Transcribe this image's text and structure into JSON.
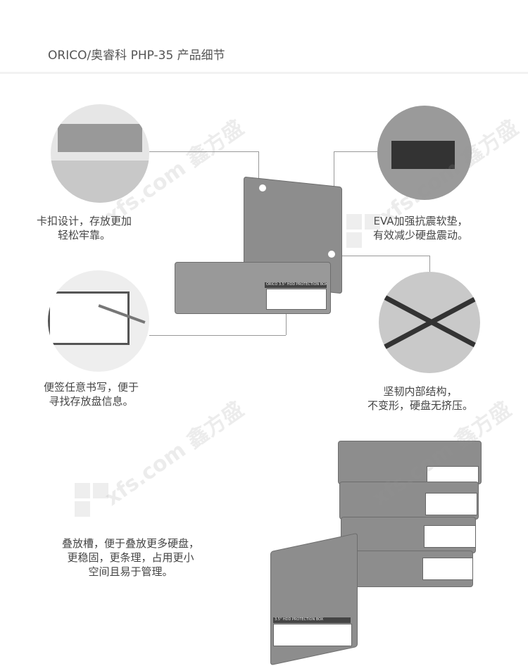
{
  "header": {
    "title": "ORICO/奥睿科 PHP-35 产品细节"
  },
  "features": [
    {
      "lines": [
        "卡扣设计，存放更加",
        "轻松牢靠。"
      ]
    },
    {
      "lines": [
        "EVA加强抗震软垫，",
        "有效减少硬盘震动。"
      ]
    },
    {
      "lines": [
        "便签任意书写，便于",
        "寻找存放盘信息。"
      ]
    },
    {
      "lines": [
        "坚韧内部结构，",
        "不变形，硬盘无挤压。"
      ]
    },
    {
      "lines": [
        "叠放槽，便于叠放更多硬盘，",
        "更稳固，更条理，占用更小",
        "空间且易于管理。"
      ]
    }
  ],
  "watermark": {
    "text": "xfs.com 鑫方盛"
  },
  "product": {
    "brand": "ORICO",
    "label": "3.5\" HDD PROTECTION BOX"
  },
  "colors": {
    "case": "#8d8d8d",
    "accent": "#333333"
  }
}
